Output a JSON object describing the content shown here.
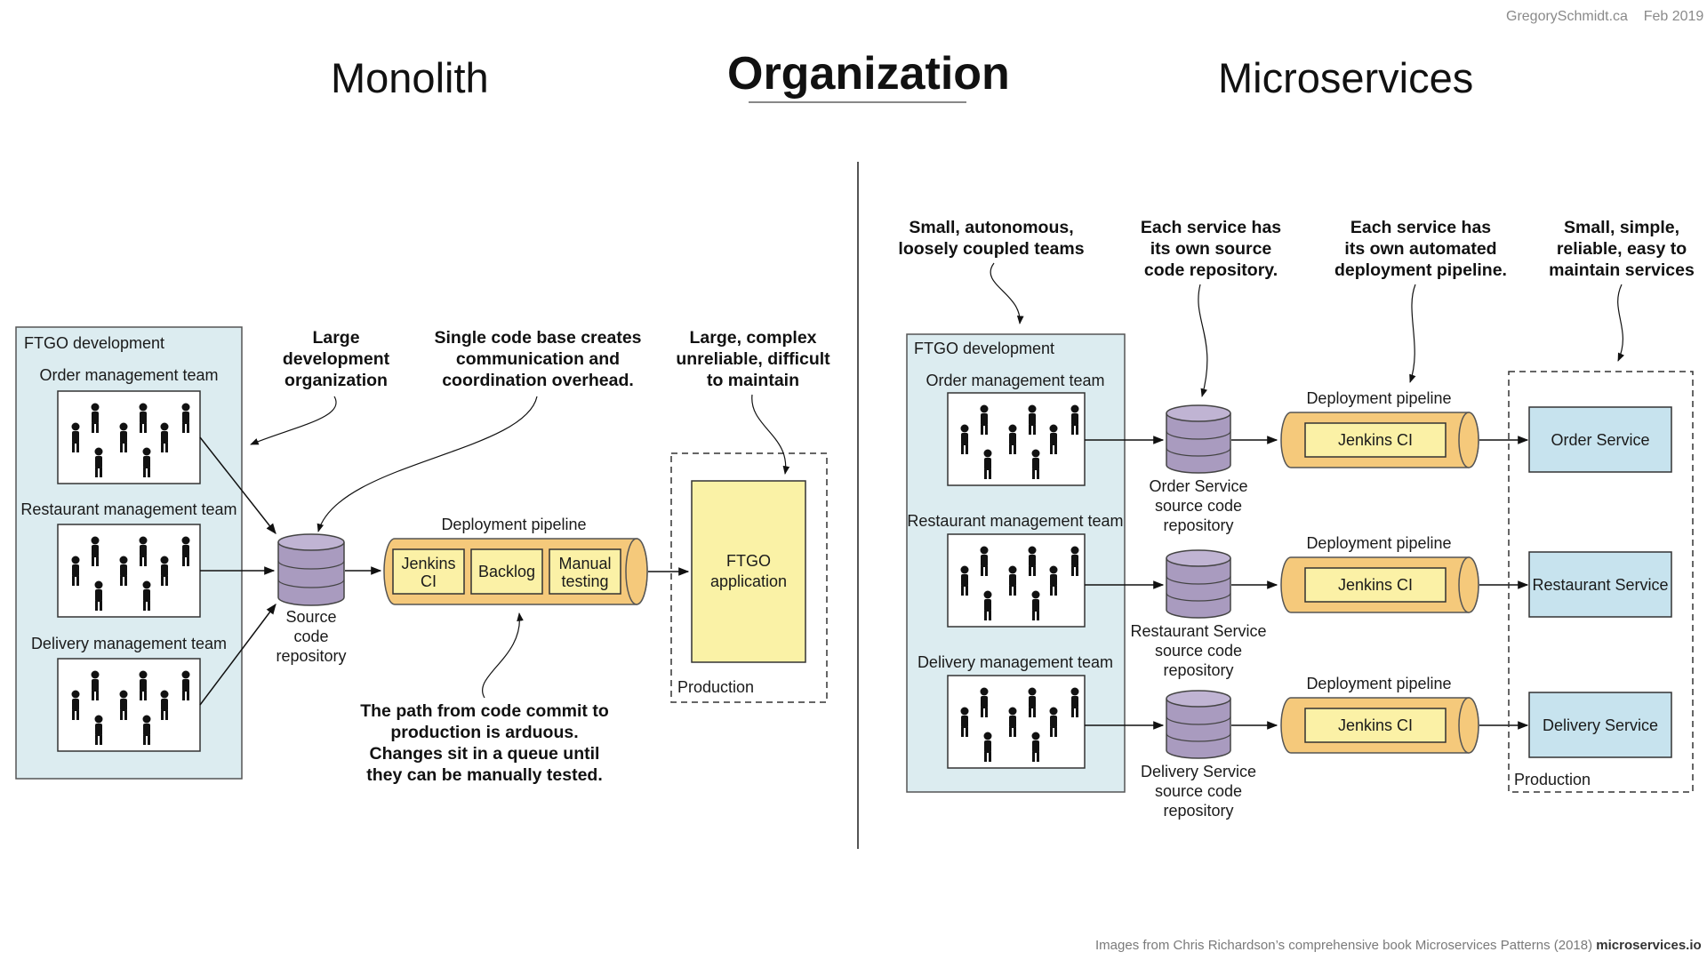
{
  "credit_top": "GregorySchmidt.ca    Feb 2019",
  "title": "Organization",
  "left_heading": "Monolith",
  "right_heading": "Microservices",
  "footer": {
    "text": "Images from Chris Richardson’s comprehensive book Microservices Patterns (2018) ",
    "site": "microservices.io"
  },
  "colors": {
    "team_panel": "#dcecf0",
    "repo": "#a99bbf",
    "pipeline": "#f5c97b",
    "stage": "#fbf1a6",
    "app": "#faf2a6",
    "service": "#c7e3ee"
  },
  "monolith": {
    "panel_title": "FTGO development",
    "teams": [
      "Order management team",
      "Restaurant management team",
      "Delivery management team"
    ],
    "repo_label": [
      "Source",
      "code",
      "repository"
    ],
    "pipeline_label": "Deployment pipeline",
    "stages": [
      [
        "Jenkins",
        "CI"
      ],
      [
        "Backlog"
      ],
      [
        "Manual",
        "testing"
      ]
    ],
    "app_label": [
      "FTGO",
      "application"
    ],
    "production_label": "Production",
    "callouts": [
      [
        "Large",
        "development",
        "organization"
      ],
      [
        "Single code base creates",
        "communication and",
        "coordination overhead."
      ],
      [
        "Large, complex",
        "unreliable, difficult",
        "to maintain"
      ],
      [
        "The path from code commit to",
        "production is arduous.",
        "Changes sit in a queue until",
        "they can be manually tested."
      ]
    ]
  },
  "microservices": {
    "panel_title": "FTGO development",
    "teams": [
      "Order management team",
      "Restaurant management team",
      "Delivery management team"
    ],
    "repos": [
      [
        "Order Service",
        "source code",
        "repository"
      ],
      [
        "Restaurant Service",
        "source code",
        "repository"
      ],
      [
        "Delivery Service",
        "source code",
        "repository"
      ]
    ],
    "pipeline_label": "Deployment pipeline",
    "stage_label": "Jenkins CI",
    "services": [
      "Order Service",
      "Restaurant Service",
      "Delivery Service"
    ],
    "production_label": "Production",
    "callouts": [
      [
        "Small, autonomous,",
        "loosely coupled teams"
      ],
      [
        "Each service has",
        "its own source",
        "code repository."
      ],
      [
        "Each service has",
        "its own automated",
        "deployment pipeline."
      ],
      [
        "Small, simple,",
        "reliable, easy to",
        "maintain services"
      ]
    ]
  }
}
